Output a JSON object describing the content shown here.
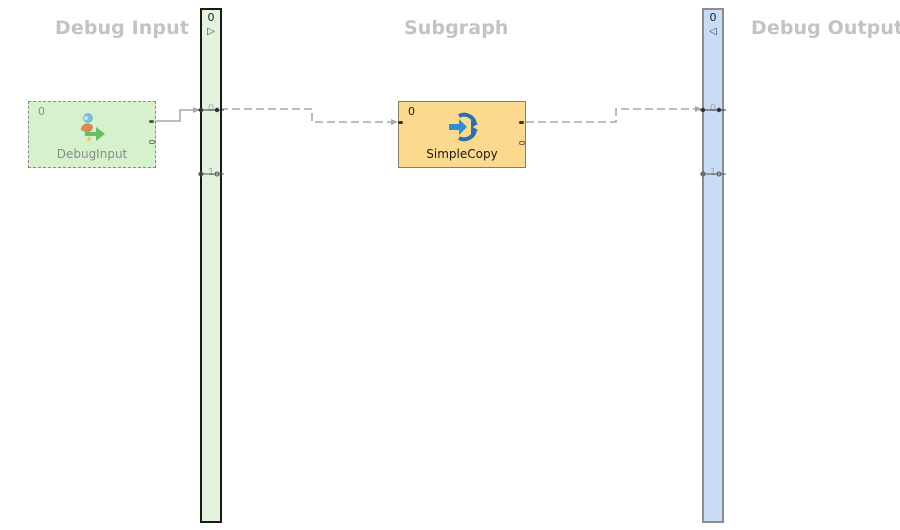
{
  "sections": {
    "debug_input": "Debug Input",
    "subgraph": "Subgraph",
    "debug_output": "Debug Output"
  },
  "input_bar": {
    "index": "0",
    "arrow": "▷",
    "ports": [
      "0",
      "1"
    ]
  },
  "output_bar": {
    "index": "0",
    "arrow": "◁",
    "ports": [
      "0",
      "1"
    ]
  },
  "nodes": {
    "debug_input": {
      "index": "0",
      "label": "DebugInput",
      "icon": "debug-input-icon"
    },
    "simple_copy": {
      "index": "0",
      "label": "SimpleCopy",
      "icon": "simple-copy-icon"
    }
  },
  "colors": {
    "input_bar": "#e4f3de",
    "output_bar": "#c9dcf5",
    "debug_node": "#d6f2cd",
    "component_node": "#fbd98f",
    "edge": "#a9a9a9",
    "title": "#c3c3c3"
  }
}
